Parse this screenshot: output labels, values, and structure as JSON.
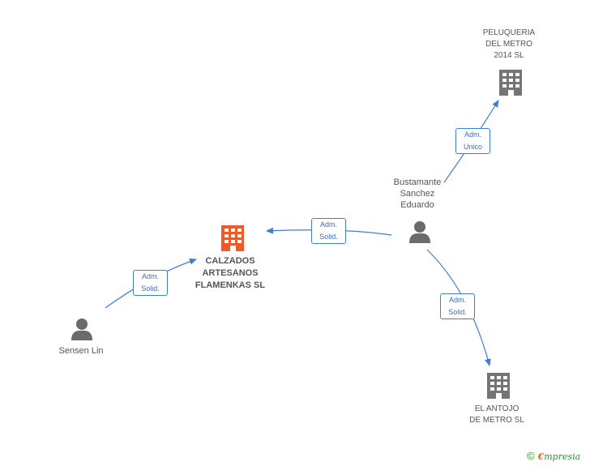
{
  "colors": {
    "edge": "#3d7fd1",
    "company_focus": "#f05a28",
    "company": "#757575",
    "person": "#6b6b6b",
    "label": "#555555"
  },
  "nodes": {
    "calzados": {
      "label": "CALZADOS\nARTESANOS\nFLAMENKAS SL",
      "icon": "building-icon"
    },
    "peluqueria": {
      "label": "PELUQUERIA\nDEL METRO\n2014  SL",
      "icon": "building-icon"
    },
    "antojo": {
      "label": "EL ANTOJO\nDE METRO  SL",
      "icon": "building-icon"
    },
    "bustamante": {
      "label": "Bustamante\nSanchez\nEduardo",
      "icon": "person-icon"
    },
    "sensen": {
      "label": "Sensen Lin",
      "icon": "person-icon"
    }
  },
  "edges": [
    {
      "from": "bustamante",
      "to": "peluqueria",
      "label": "Adm.\nUnico"
    },
    {
      "from": "bustamante",
      "to": "calzados",
      "label": "Adm.\nSolid."
    },
    {
      "from": "bustamante",
      "to": "antojo",
      "label": "Adm.\nSolid."
    },
    {
      "from": "sensen",
      "to": "calzados",
      "label": "Adm.\nSolid."
    }
  ],
  "watermark": {
    "copyright": "©",
    "brand_initial": "€",
    "brand_rest": "mpresia"
  }
}
